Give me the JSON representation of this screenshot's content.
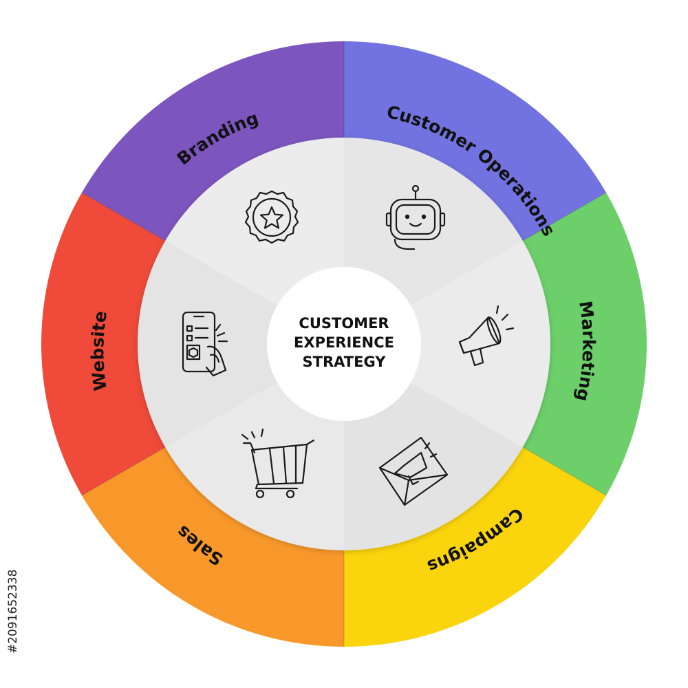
{
  "diagram": {
    "center": {
      "lines": [
        "CUSTOMER",
        "EXPERIENCE",
        "STRATEGY"
      ]
    },
    "segments": [
      {
        "label": "Customer Operations",
        "color": "#7272e0",
        "icon": "chatbot-robot-icon"
      },
      {
        "label": "Marketing",
        "color": "#6ccf6a",
        "icon": "megaphone-icon"
      },
      {
        "label": "Campaigns",
        "color": "#fad40c",
        "icon": "email-campaign-icon"
      },
      {
        "label": "Sales",
        "color": "#f8982a",
        "icon": "shopping-cart-icon"
      },
      {
        "label": "Website",
        "color": "#ef4a3a",
        "icon": "mobile-website-icon"
      },
      {
        "label": "Branding",
        "color": "#7c55be",
        "icon": "star-badge-icon"
      }
    ],
    "inner_color": "#e8e8e8",
    "center_color": "#ffffff"
  },
  "stock_id": "#2091652338"
}
